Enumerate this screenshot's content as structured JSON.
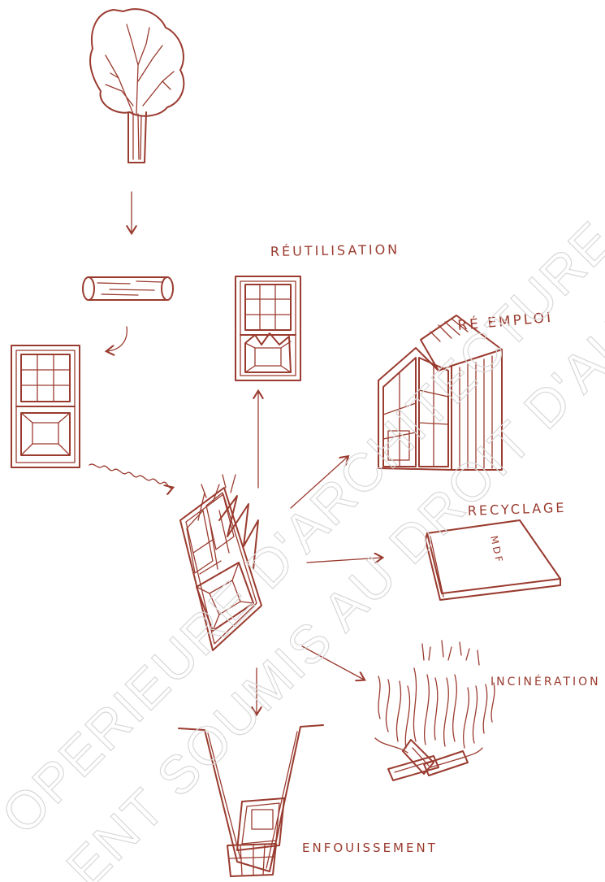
{
  "labels": {
    "reutilisation": "RÉUTILISATION",
    "reemploi": "RÉ EMPLOI",
    "recyclage": "RECYCLAGE",
    "mdf": "MDF",
    "incineration": "INCINÉRATION",
    "enfouissement": "ENFOUISSEMENT"
  },
  "watermark": {
    "line1": "OPERIEURE D'ARCHITECTURE DE NANTES",
    "line2": "ENT SOUMIS AU DROIT D'AUTEUR"
  },
  "colors": {
    "ink": "#9a3b2f",
    "watermark": "#d8d8d8"
  }
}
